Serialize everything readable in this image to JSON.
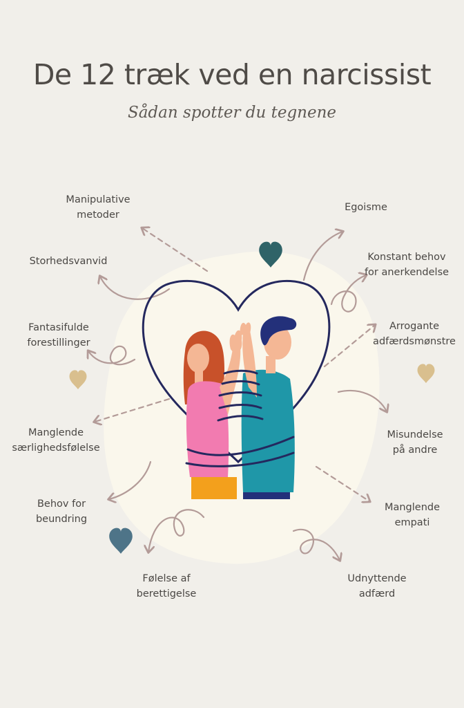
{
  "title": "De 12 træk ved en narcissist",
  "subtitle": "Sådan spotter du tegnene",
  "colors": {
    "background": "#f1efea",
    "blob": "#faf7ec",
    "text": "#4f4b47",
    "arrow": "#b39b98",
    "heart_outline": "#24285e",
    "heart_teal": "#2f6368",
    "heart_gold": "#d9bf8e",
    "heart_blue": "#4e7488",
    "woman_shirt": "#f27bb0",
    "woman_pants": "#f3a01c",
    "woman_hair": "#c8512a",
    "man_shirt": "#1f97a8",
    "man_hair": "#23307a",
    "skin": "#f4b795"
  },
  "traits": {
    "manipulative": [
      "Manipulative",
      "metoder"
    ],
    "egoisme": [
      "Egoisme"
    ],
    "storhedsvanvid": [
      "Storhedsvanvid"
    ],
    "anerkendelse": [
      "Konstant behov",
      "for anerkendelse"
    ],
    "fantasifulde": [
      "Fantasifulde",
      "forestillinger"
    ],
    "arrogante": [
      "Arrogante",
      "adfærdsmønstre"
    ],
    "saerlighed": [
      "Manglende",
      "særlighedsfølelse"
    ],
    "misundelse": [
      "Misundelse",
      "på andre"
    ],
    "beundring": [
      "Behov for",
      "beundring"
    ],
    "empati": [
      "Manglende",
      "empati"
    ],
    "berettigelse": [
      "Følelse af",
      "berettigelse"
    ],
    "udnyttende": [
      "Udnyttende",
      "adfærd"
    ]
  },
  "icons": [
    "heart-icon",
    "arrow-icon",
    "couple-illustration"
  ]
}
